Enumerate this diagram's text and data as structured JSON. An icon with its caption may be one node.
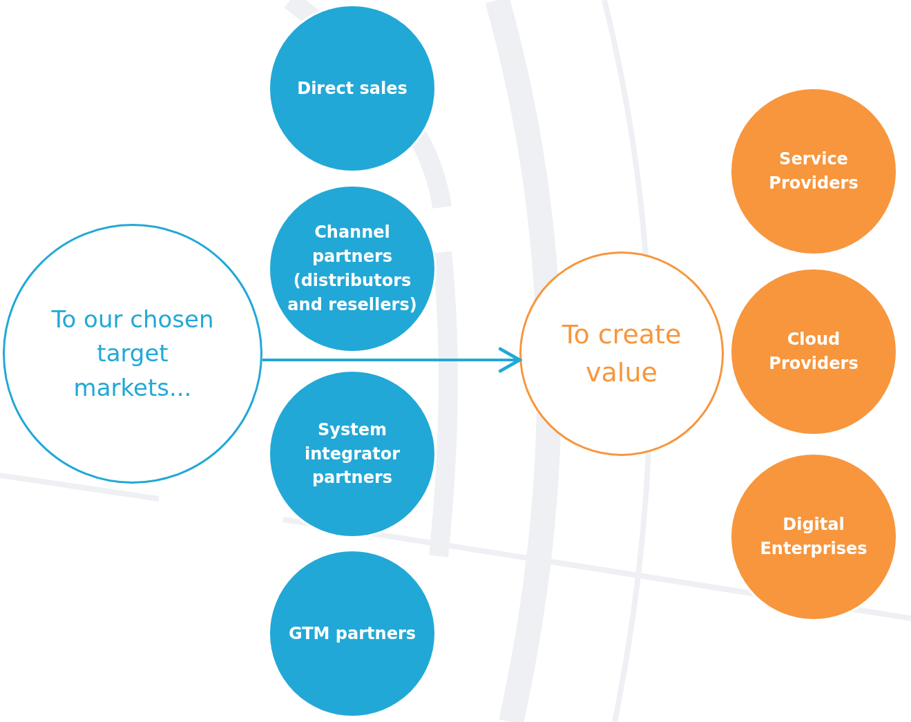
{
  "diagram": {
    "nodes": [
      {
        "text": [
          "To our chosen target markets..."
        ]
      },
      {
        "text": [
          "Direct sales"
        ]
      },
      {
        "text": [
          "Channel partners (distributors and resellers)"
        ]
      },
      {
        "text": [
          "System integrator partners"
        ]
      },
      {
        "text": [
          "GTM partners"
        ]
      },
      {
        "text": [
          "To create value"
        ]
      },
      {
        "text": [
          "Service Providers"
        ]
      },
      {
        "text": [
          "Cloud Providers"
        ]
      },
      {
        "text": [
          "Digital Enterprises"
        ]
      }
    ],
    "edges": [
      {
        "from": 0,
        "to": 5,
        "arrow": "to"
      }
    ]
  }
}
